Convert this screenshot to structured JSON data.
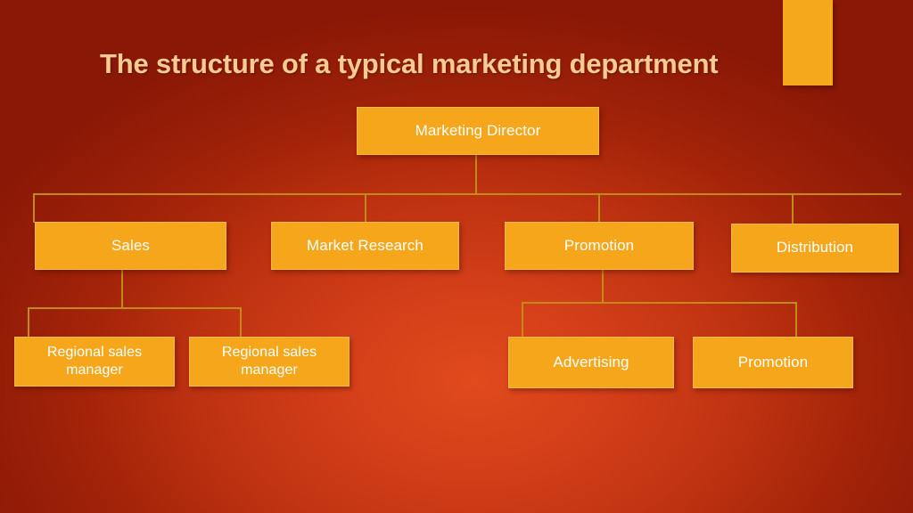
{
  "slide": {
    "title": "The structure of a typical marketing department",
    "title_color": "#f7cb93",
    "background_center_color": "#e04a1c",
    "background_edge_color": "#8a1806",
    "node_fill_color": "#f5a61b",
    "node_border_color": "#f0bb55",
    "node_text_color": "#ffffff",
    "connector_color": "#c28b17"
  },
  "chart_data": {
    "type": "diagram",
    "diagram_kind": "organization-chart",
    "title": "The structure of a typical marketing department",
    "levels": 3,
    "nodes": [
      {
        "id": "marketing-director",
        "label": "Marketing Director",
        "level": 0,
        "parent": null
      },
      {
        "id": "sales",
        "label": "Sales",
        "level": 1,
        "parent": "marketing-director"
      },
      {
        "id": "market-research",
        "label": "Market Research",
        "level": 1,
        "parent": "marketing-director"
      },
      {
        "id": "promotion",
        "label": "Promotion",
        "level": 1,
        "parent": "marketing-director"
      },
      {
        "id": "distribution",
        "label": "Distribution",
        "level": 1,
        "parent": "marketing-director"
      },
      {
        "id": "regional-sales-manager-1",
        "label": "Regional sales manager",
        "level": 2,
        "parent": "sales"
      },
      {
        "id": "regional-sales-manager-2",
        "label": "Regional sales manager",
        "level": 2,
        "parent": "sales"
      },
      {
        "id": "advertising",
        "label": "Advertising",
        "level": 2,
        "parent": "promotion"
      },
      {
        "id": "promotion-sub",
        "label": "Promotion",
        "level": 2,
        "parent": "promotion"
      }
    ],
    "edges": [
      {
        "from": "marketing-director",
        "to": "sales"
      },
      {
        "from": "marketing-director",
        "to": "market-research"
      },
      {
        "from": "marketing-director",
        "to": "promotion"
      },
      {
        "from": "marketing-director",
        "to": "distribution"
      },
      {
        "from": "sales",
        "to": "regional-sales-manager-1"
      },
      {
        "from": "sales",
        "to": "regional-sales-manager-2"
      },
      {
        "from": "promotion",
        "to": "advertising"
      },
      {
        "from": "promotion",
        "to": "promotion-sub"
      }
    ]
  },
  "nodes": {
    "marketing_director": "Marketing Director",
    "sales": "Sales",
    "market_research": "Market Research",
    "promotion": "Promotion",
    "distribution": "Distribution",
    "regional_sales_manager_1": "Regional sales manager",
    "regional_sales_manager_2": "Regional sales manager",
    "advertising": "Advertising",
    "promotion_sub": "Promotion"
  }
}
